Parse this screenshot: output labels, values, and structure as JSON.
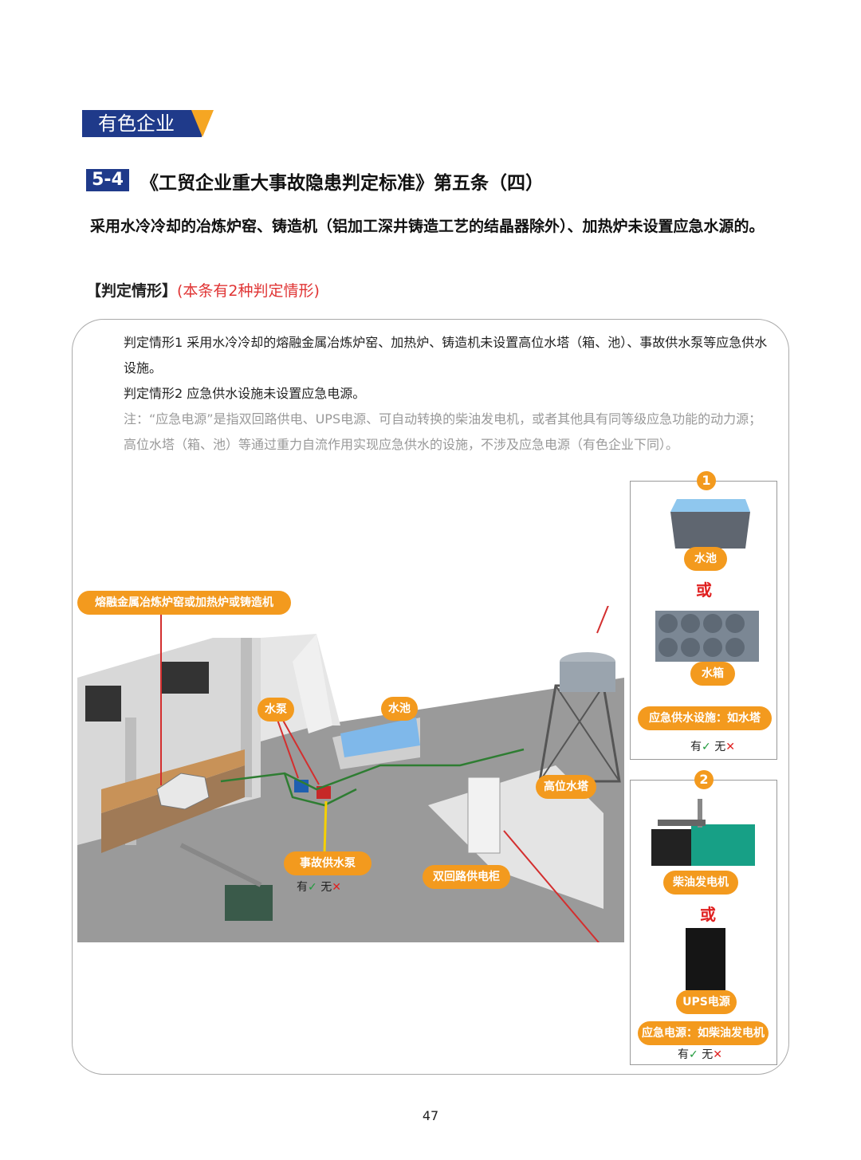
{
  "header": {
    "section_tag": "有色企业",
    "code": "5-4",
    "title": "《工贸企业重大事故隐患判定标准》第五条（四）",
    "clause": "采用水冷冷却的冶炼炉窑、铸造机（铝加工深井铸造工艺的结晶器除外）、加热炉未设置应急水源的。"
  },
  "situations": {
    "head": "【判定情形】",
    "count_note": "(本条有2种判定情形)",
    "item1": "判定情形1  采用水冷冷却的熔融金属冶炼炉窑、加热炉、铸造机未设置高位水塔（箱、池）、事故供水泵等应急供水设施。",
    "item2": "判定情形2  应急供水设施未设置应急电源。",
    "note": "注：“应急电源”是指双回路供电、UPS电源、可自动转换的柴油发电机，或者其他具有同等级应急功能的动力源；高位水塔（箱、池）等通过重力自流作用实现应急供水的设施，不涉及应急电源（有色企业下同）。"
  },
  "scene_labels": {
    "furnace": "熔融金属冶炼炉窑或加热炉或铸造机",
    "pump": "水泵",
    "pool": "水池",
    "tower": "高位水塔",
    "emergency_pump": "事故供水泵",
    "dual_cabinet": "双回路供电柜",
    "yes": "有",
    "no": "无"
  },
  "box1": {
    "num": "1",
    "item_a": "水池",
    "or": "或",
    "item_b": "水箱",
    "caption": "应急供水设施：如水塔",
    "yes": "有",
    "no": "无"
  },
  "box2": {
    "num": "2",
    "item_a": "柴油发电机",
    "or": "或",
    "item_b": "UPS电源",
    "caption": "应急电源：如柴油发电机",
    "yes": "有",
    "no": "无"
  },
  "page_number": "47",
  "colors": {
    "navy": "#1f3a8a",
    "orange": "#f39a1e",
    "red": "#e02020",
    "green": "#1e9a3a"
  }
}
